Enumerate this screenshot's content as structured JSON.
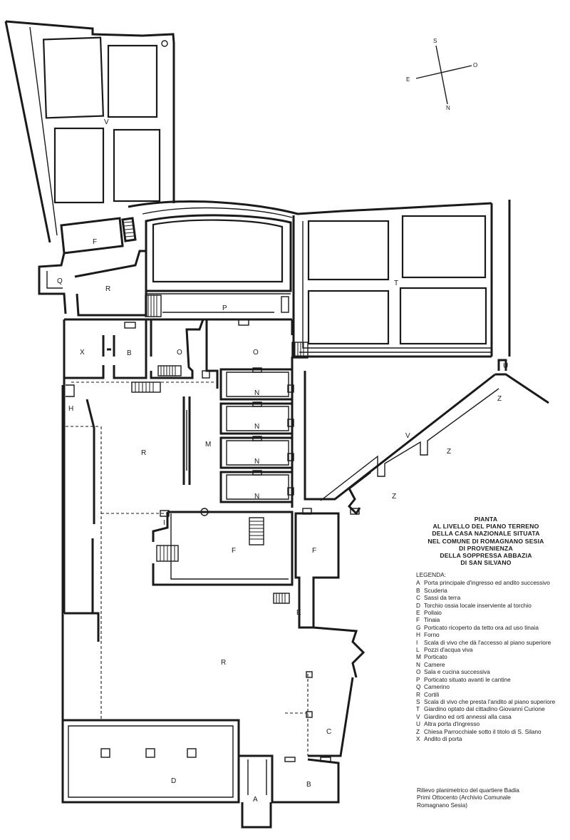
{
  "title_lines": [
    "PIANTA",
    "AL LIVELLO DEL PIANO TERRENO",
    "DELLA CASA NAZIONALE SITUATA",
    "NEL COMUNE DI ROMAGNANO SESIA",
    "DI PROVENIENZA",
    "DELLA SOPPRESSA ABBAZIA",
    "DI SAN SILVANO"
  ],
  "compass": {
    "north": "N",
    "south": "S",
    "east": "E",
    "west": "O"
  },
  "legend": {
    "heading": "LEGENDA:",
    "items": [
      {
        "letter": "A",
        "text": "Porta principale d'ingresso ed andito successivo"
      },
      {
        "letter": "B",
        "text": "Scuderia"
      },
      {
        "letter": "C",
        "text": "Sassi da terra"
      },
      {
        "letter": "D",
        "text": "Torchio ossia locale inserviente al torchio"
      },
      {
        "letter": "E",
        "text": "Pollaio"
      },
      {
        "letter": "F",
        "text": "Tinaia"
      },
      {
        "letter": "G",
        "text": "Porticato ricoperto da tetto ora ad uso tinaia"
      },
      {
        "letter": "H",
        "text": "Forno"
      },
      {
        "letter": "I",
        "text": "Scala di vivo che dà l'accesso al piano superiore"
      },
      {
        "letter": "L",
        "text": "Pozzi d'acqua viva"
      },
      {
        "letter": "M",
        "text": "Porticato"
      },
      {
        "letter": "N",
        "text": "Camere"
      },
      {
        "letter": "O",
        "text": "Sala e cucina successiva"
      },
      {
        "letter": "P",
        "text": "Porticato situato avanti le cantine"
      },
      {
        "letter": "Q",
        "text": "Camerino"
      },
      {
        "letter": "R",
        "text": "Cortili"
      },
      {
        "letter": "S",
        "text": "Scala di vivo che presta l'andito al piano superiore"
      },
      {
        "letter": "T",
        "text": "Giardino optato dal cittadino Giovanni Curione"
      },
      {
        "letter": "V",
        "text": "Giardino ed orti annessi alla casa"
      },
      {
        "letter": "U",
        "text": "Altra porta d'ingresso"
      },
      {
        "letter": "Z",
        "text": "Chiesa Parrocchiale sotto il titolo di S. Silano"
      },
      {
        "letter": "X",
        "text": "Andito di porta"
      }
    ]
  },
  "credit_lines": [
    "Rilievo planimetrico del quartiere Badia",
    "Primi Ottocento (Archivio Comunale",
    "Romagnano Sesia)"
  ],
  "plan_labels": {
    "V_top": "V",
    "F_top": "F",
    "Q": "Q",
    "R_top": "R",
    "P": "P",
    "T": "T",
    "X": "X",
    "B_mid": "B",
    "O_left": "O",
    "O_right": "O",
    "H": "H",
    "R_mid": "R",
    "M": "M",
    "N1": "N",
    "N2": "N",
    "N3": "N",
    "N4": "N",
    "U": "U",
    "Z1": "Z",
    "V_right": "V",
    "Z2": "Z",
    "Z3": "Z",
    "F_low": "F",
    "F_right": "F",
    "E": "E",
    "R_low": "R",
    "C": "C",
    "D": "D",
    "A": "A",
    "B_low": "B",
    "I": "I"
  }
}
